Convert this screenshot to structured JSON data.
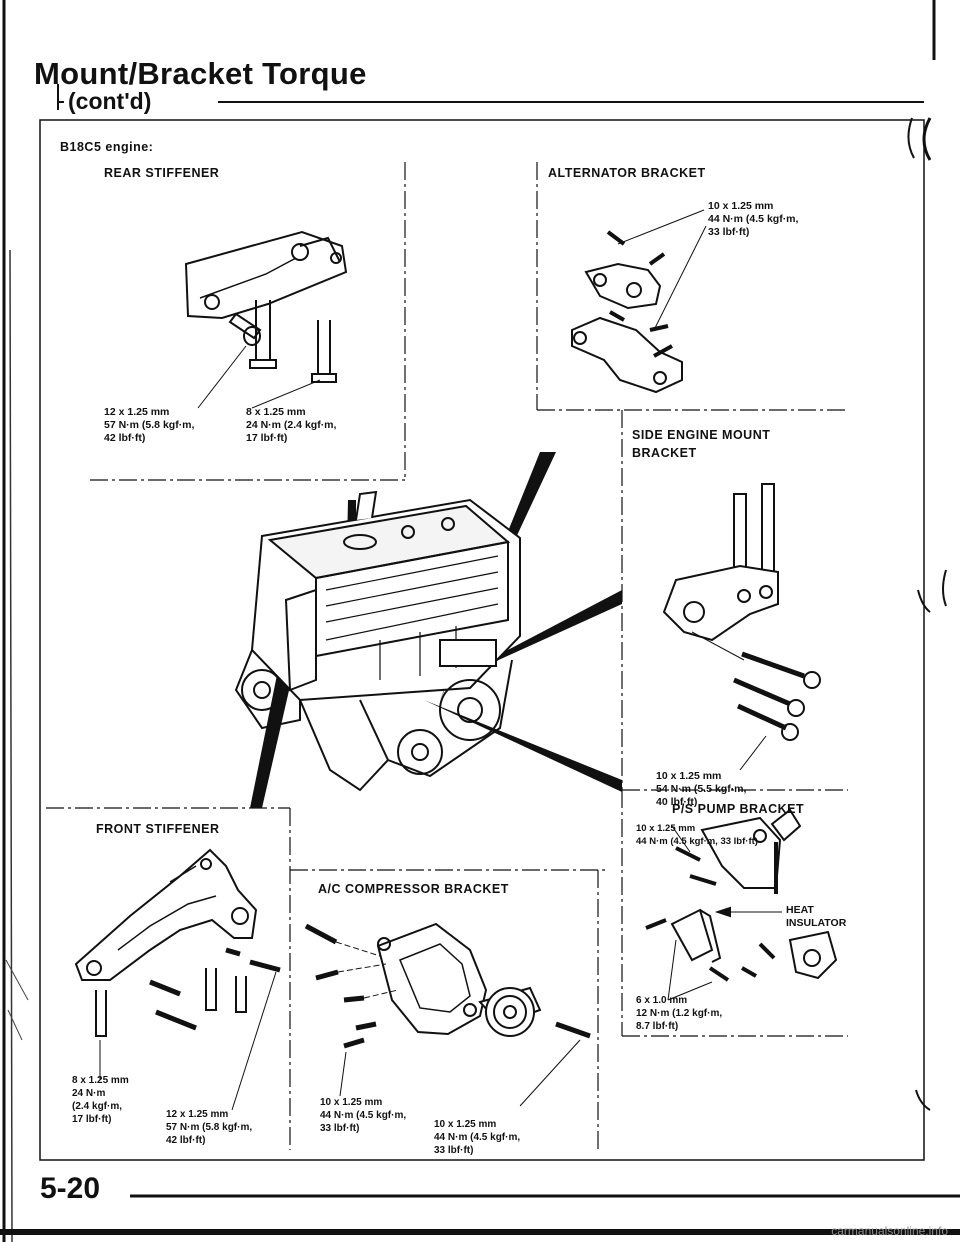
{
  "page": {
    "title": "Mount/Bracket Torque",
    "subtitle": "(cont'd)",
    "engine": "B18C5 engine:",
    "page_number": "5-20",
    "watermark": "carmanualsonline.info"
  },
  "sections": {
    "rear_stiffener": {
      "title": "REAR STIFFENER",
      "spec_left": "12 x 1.25 mm\n57 N·m (5.8 kgf·m,\n42 lbf·ft)",
      "spec_right": "8 x 1.25 mm\n24 N·m (2.4 kgf·m,\n17 lbf·ft)"
    },
    "alternator_bracket": {
      "title": "ALTERNATOR BRACKET",
      "spec": "10 x 1.25 mm\n44 N·m (4.5 kgf·m,\n33 lbf·ft)"
    },
    "side_engine_mount_bracket": {
      "title_line1": "SIDE ENGINE MOUNT",
      "title_line2": "BRACKET",
      "spec": "10 x 1.25 mm\n54 N·m (5.5 kgf·m,\n40 lbf·ft)"
    },
    "ps_pump_bracket": {
      "title": "P/S PUMP BRACKET",
      "spec_top": "10 x 1.25 mm\n44 N·m (4.5 kgf·m, 33 lbf·ft)",
      "heat_insulator": "HEAT\nINSULATOR",
      "spec_bottom": "6 x 1.0 mm\n12 N·m (1.2 kgf·m,\n8.7 lbf·ft)"
    },
    "front_stiffener": {
      "title": "FRONT STIFFENER",
      "spec_left": "8 x 1.25 mm\n24 N·m\n(2.4 kgf·m,\n17 lbf·ft)",
      "spec_right": "12 x 1.25 mm\n57 N·m (5.8 kgf·m,\n42 lbf·ft)"
    },
    "ac_compressor_bracket": {
      "title": "A/C COMPRESSOR BRACKET",
      "spec_left": "10 x 1.25 mm\n44 N·m (4.5 kgf·m,\n33 lbf·ft)",
      "spec_right": "10 x 1.25 mm\n44 N·m (4.5 kgf·m,\n33 lbf·ft)"
    }
  }
}
